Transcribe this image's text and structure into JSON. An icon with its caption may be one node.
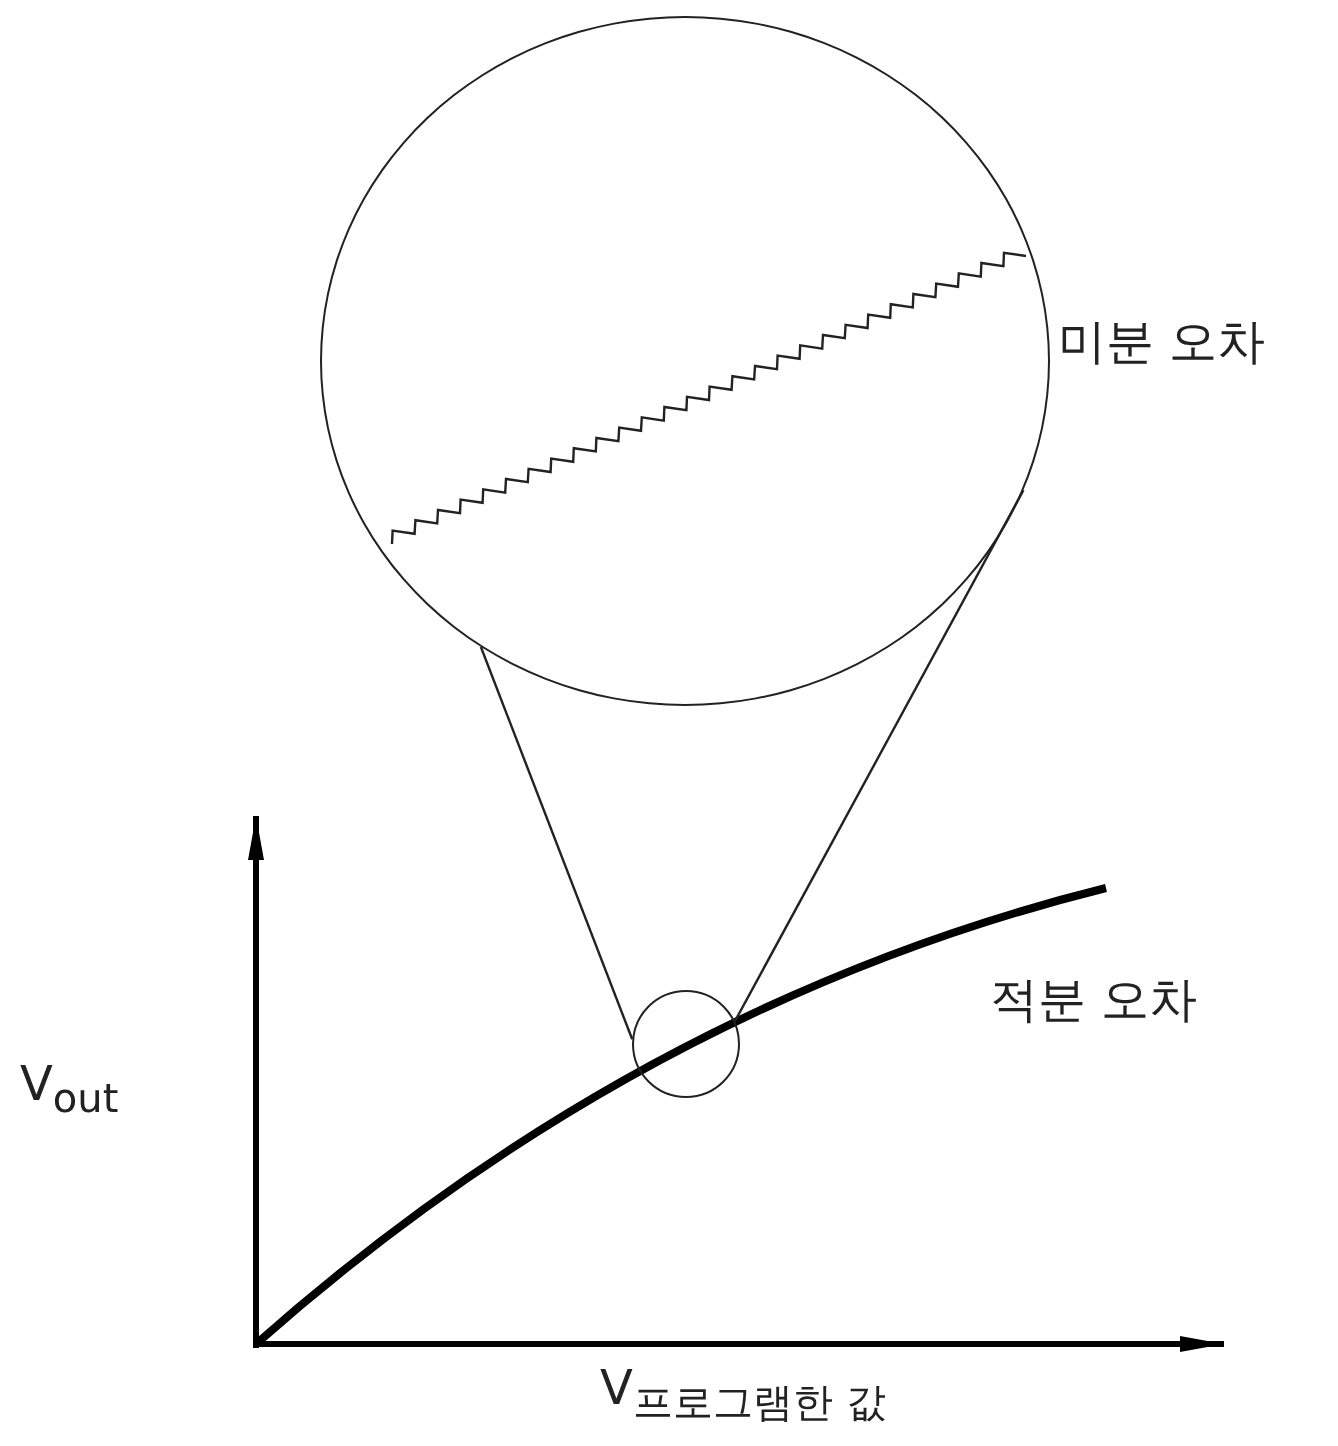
{
  "diagram": {
    "nodes": [
      {
        "text": [],
        "shape": "circle",
        "beside": [
          "미분 오차"
        ]
      },
      {
        "text": [],
        "shape": "circle"
      }
    ],
    "edges": [
      {
        "from": 1,
        "to": 0,
        "arrow": "none"
      },
      {
        "from": 1,
        "to": 0,
        "arrow": "none"
      }
    ],
    "labels": [
      "적분 오차",
      "V$_{out}$",
      "V$_{프로그램한 값}$"
    ]
  }
}
